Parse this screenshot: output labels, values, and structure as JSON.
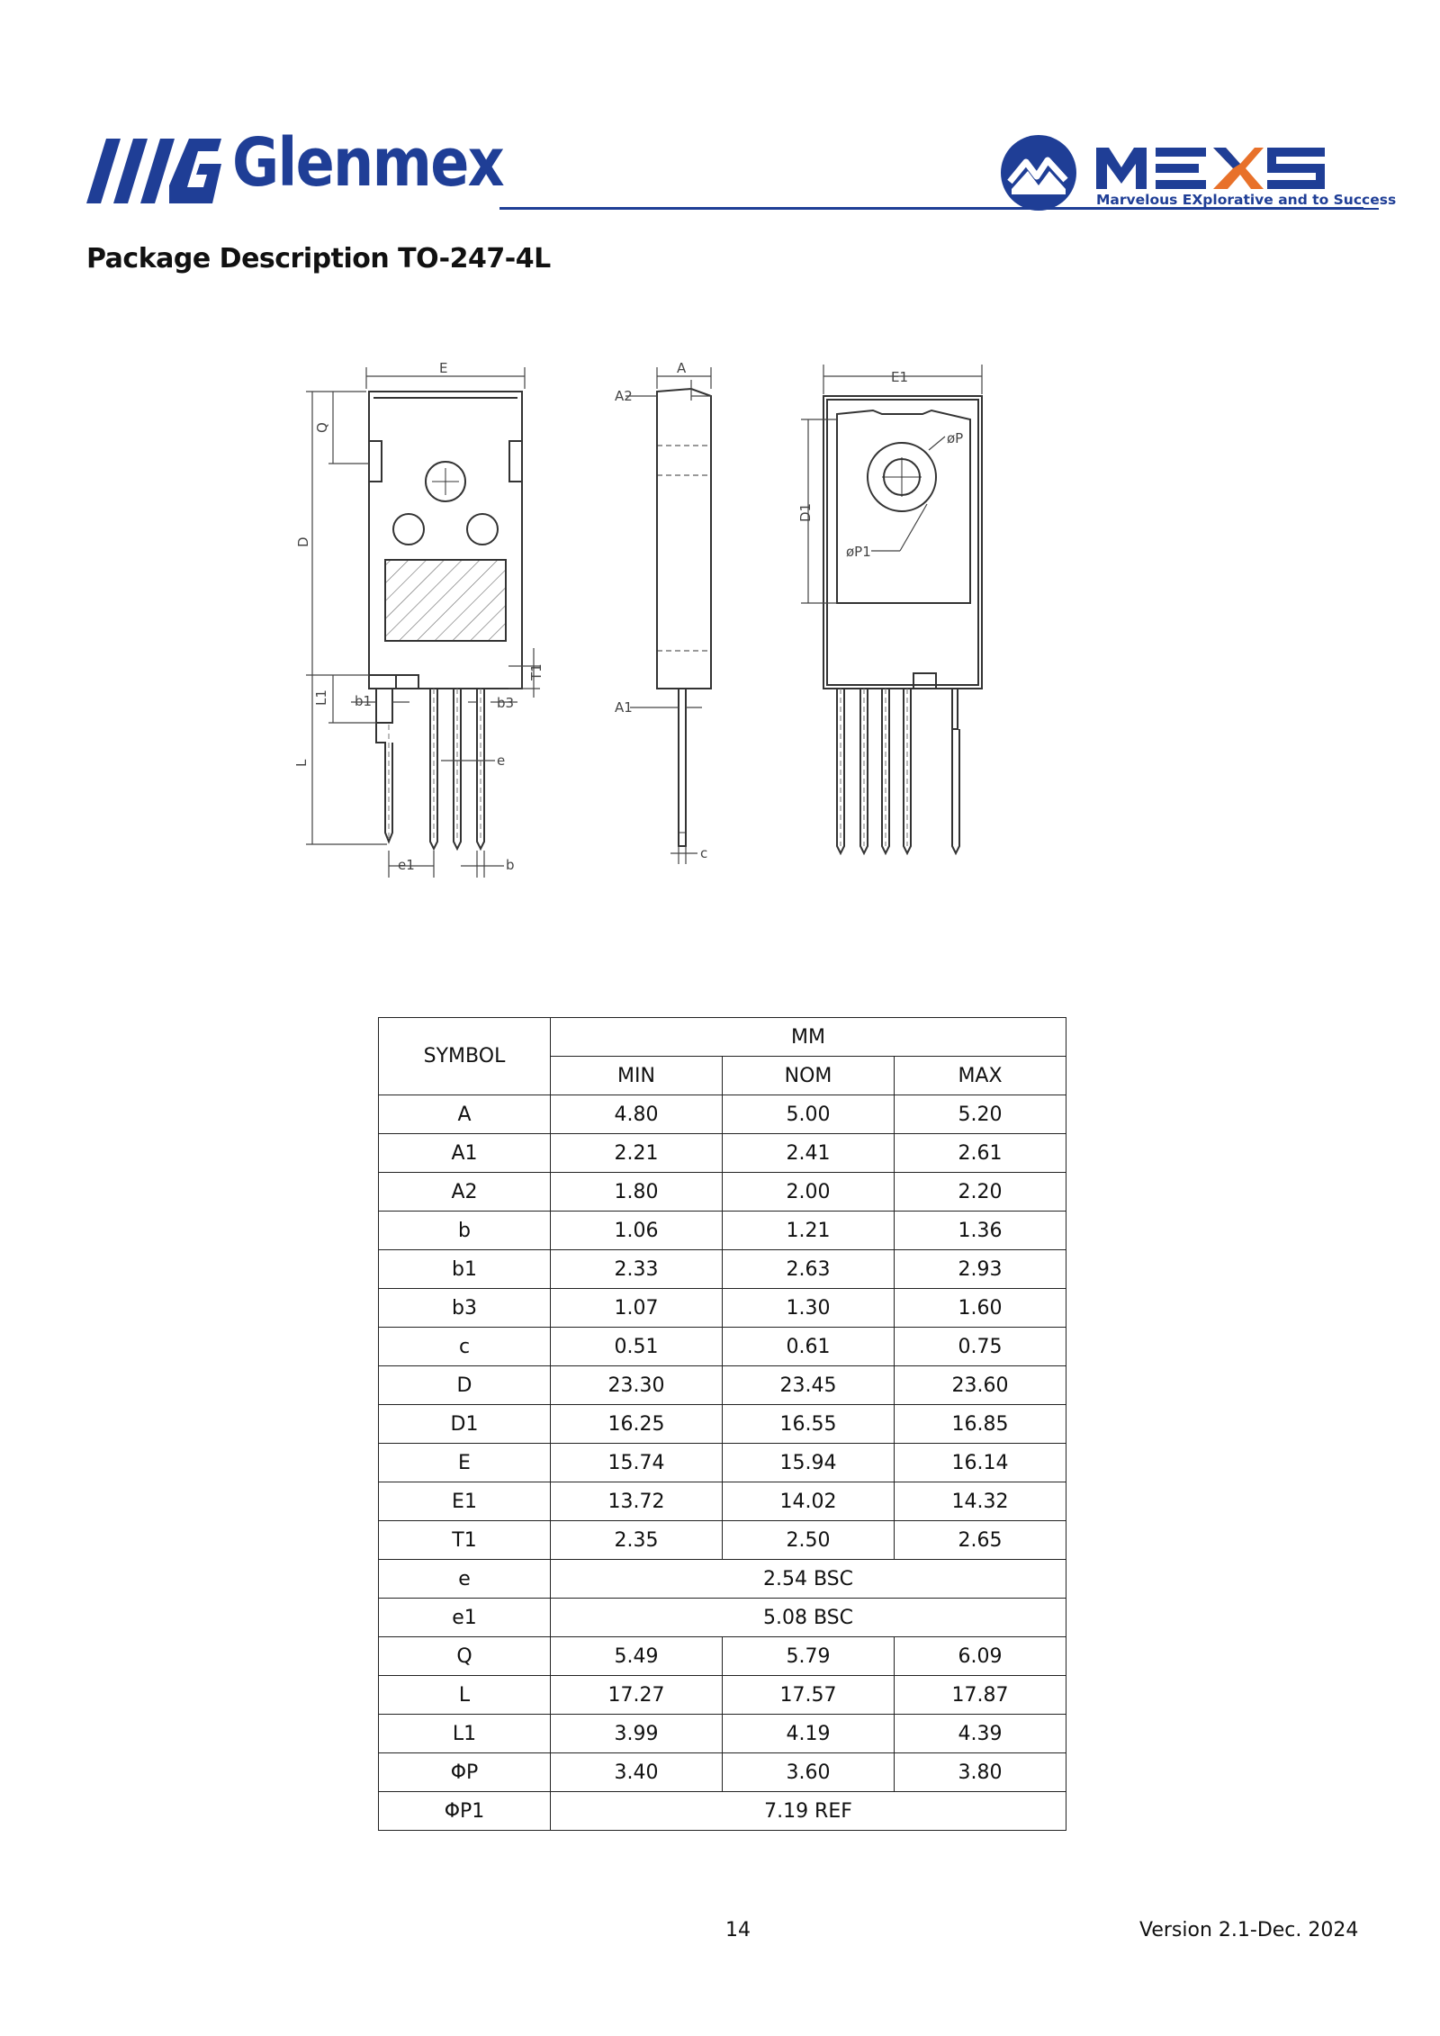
{
  "header": {
    "brand_left": "Glenmex",
    "brand_right": "MEXS",
    "brand_right_tagline": "Marvelous EXplorative and to Success",
    "brand_color": "#1f3e96"
  },
  "title": "Package Description TO-247-4L",
  "drawing": {
    "labels": {
      "E": "E",
      "Q": "Q",
      "D": "D",
      "L1": "L1",
      "L": "L",
      "b1": "b1",
      "b3": "b3",
      "e": "e",
      "e1": "e1",
      "b": "b",
      "T1": "T1",
      "A": "A",
      "A2": "A2",
      "A1": "A1",
      "c": "c",
      "E1": "E1",
      "D1": "D1",
      "phiP": "øP",
      "phiP1": "øP1"
    }
  },
  "table": {
    "symbol_header": "SYMBOL",
    "unit_header": "MM",
    "col_headers": [
      "MIN",
      "NOM",
      "MAX"
    ],
    "rows": [
      {
        "symbol": "A",
        "min": "4.80",
        "nom": "5.00",
        "max": "5.20"
      },
      {
        "symbol": "A1",
        "min": "2.21",
        "nom": "2.41",
        "max": "2.61"
      },
      {
        "symbol": "A2",
        "min": "1.80",
        "nom": "2.00",
        "max": "2.20"
      },
      {
        "symbol": "b",
        "min": "1.06",
        "nom": "1.21",
        "max": "1.36"
      },
      {
        "symbol": "b1",
        "min": "2.33",
        "nom": "2.63",
        "max": "2.93"
      },
      {
        "symbol": "b3",
        "min": "1.07",
        "nom": "1.30",
        "max": "1.60"
      },
      {
        "symbol": "c",
        "min": "0.51",
        "nom": "0.61",
        "max": "0.75"
      },
      {
        "symbol": "D",
        "min": "23.30",
        "nom": "23.45",
        "max": "23.60"
      },
      {
        "symbol": "D1",
        "min": "16.25",
        "nom": "16.55",
        "max": "16.85"
      },
      {
        "symbol": "E",
        "min": "15.74",
        "nom": "15.94",
        "max": "16.14"
      },
      {
        "symbol": "E1",
        "min": "13.72",
        "nom": "14.02",
        "max": "14.32"
      },
      {
        "symbol": "T1",
        "min": "2.35",
        "nom": "2.50",
        "max": "2.65"
      },
      {
        "symbol": "e",
        "span": "2.54 BSC"
      },
      {
        "symbol": "e1",
        "span": "5.08 BSC"
      },
      {
        "symbol": "Q",
        "min": "5.49",
        "nom": "5.79",
        "max": "6.09"
      },
      {
        "symbol": "L",
        "min": "17.27",
        "nom": "17.57",
        "max": "17.87"
      },
      {
        "symbol": "L1",
        "min": "3.99",
        "nom": "4.19",
        "max": "4.39"
      },
      {
        "symbol": "ΦP",
        "min": "3.40",
        "nom": "3.60",
        "max": "3.80"
      },
      {
        "symbol": "ΦP1",
        "span": "7.19 REF"
      }
    ]
  },
  "footer": {
    "page_number": "14",
    "version": "Version 2.1-Dec. 2024"
  }
}
